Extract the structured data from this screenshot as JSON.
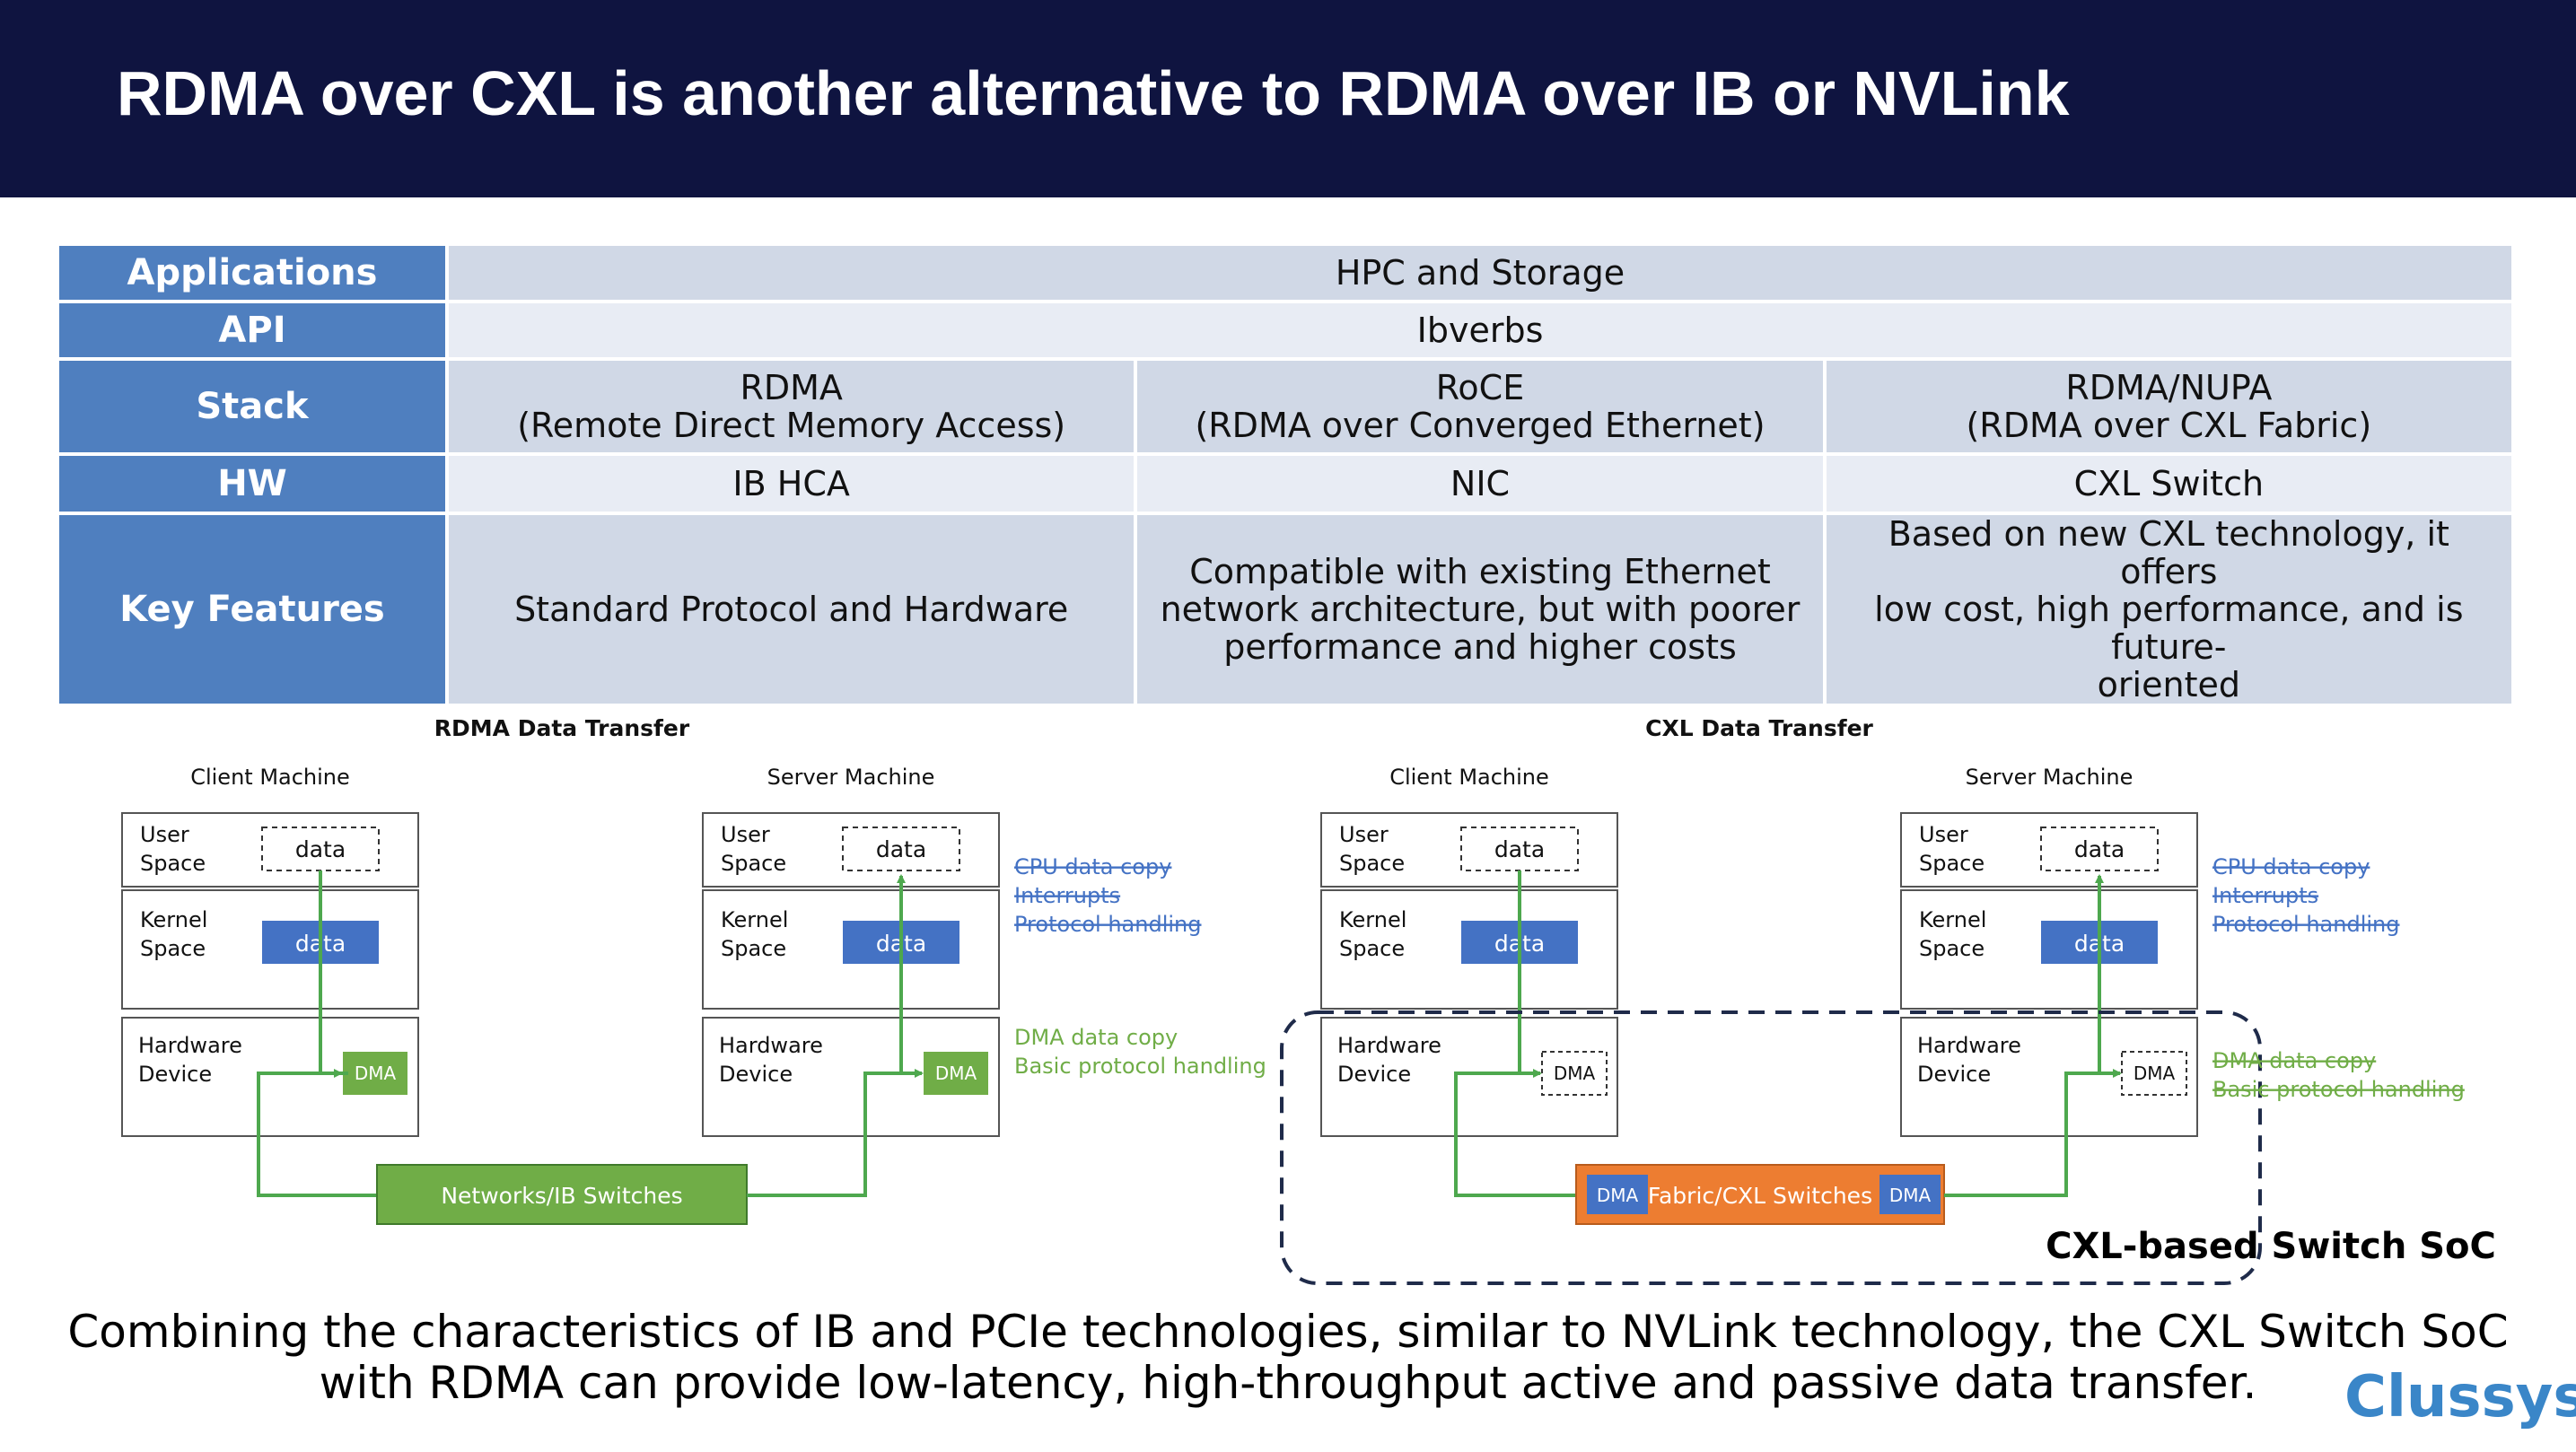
{
  "title": "RDMA over CXL is another alternative to RDMA over IB or NVLink",
  "table": {
    "rows": [
      {
        "header": "Applications",
        "cells": [
          "HPC and Storage"
        ]
      },
      {
        "header": "API",
        "cells": [
          "Ibverbs"
        ]
      },
      {
        "header": "Stack",
        "cells": [
          [
            "RDMA",
            "(Remote Direct Memory Access)"
          ],
          [
            "RoCE",
            "(RDMA over Converged Ethernet)"
          ],
          [
            "RDMA/NUPA",
            "(RDMA over CXL Fabric)"
          ]
        ]
      },
      {
        "header": "HW",
        "cells": [
          "IB HCA",
          "NIC",
          "CXL Switch"
        ]
      },
      {
        "header": "Key Features",
        "cells": [
          [
            "Standard Protocol and Hardware"
          ],
          [
            "Compatible with existing Ethernet",
            "network architecture, but with poorer",
            "performance and higher costs"
          ],
          [
            "Based on new CXL technology, it offers",
            "low cost, high performance, and is future-",
            "oriented"
          ]
        ]
      }
    ]
  },
  "diagram": {
    "rdma": {
      "title": "RDMA Data Transfer",
      "client": "Client Machine",
      "server": "Server Machine",
      "switch": "Networks/IB Switches",
      "server_notes_struck": [
        "CPU data copy",
        "Interrupts",
        "Protocol handling"
      ],
      "server_notes_hw": [
        "DMA data copy",
        "Basic protocol handling"
      ]
    },
    "cxl": {
      "title": "CXL Data Transfer",
      "client": "Client Machine",
      "server": "Server Machine",
      "switch": "Fabric/CXL Switches",
      "server_notes_struck": [
        "CPU data copy",
        "Interrupts",
        "Protocol handling"
      ],
      "server_notes_hw_struck": [
        "DMA data copy",
        "Basic protocol handling"
      ],
      "soc_label": "CXL-based Switch SoC"
    },
    "layers": {
      "user": [
        "User",
        "Space"
      ],
      "kernel": [
        "Kernel",
        "Space"
      ],
      "hw": [
        "Hardware",
        "Device"
      ],
      "data": "data",
      "dma": "DMA"
    },
    "colors": {
      "green_line": "#4ea84e",
      "blue_box": "#4472c4",
      "green_box": "#70ad47",
      "orange_box": "#ed7d31",
      "note_blue": "#4472c4",
      "note_green": "#70ad47"
    }
  },
  "footer": [
    "Combining the characteristics of IB and PCIe technologies, similar to NVLink technology, the CXL Switch SoC",
    "with RDMA can provide low-latency, high-throughput active and passive data transfer."
  ],
  "logo": "Clussys"
}
